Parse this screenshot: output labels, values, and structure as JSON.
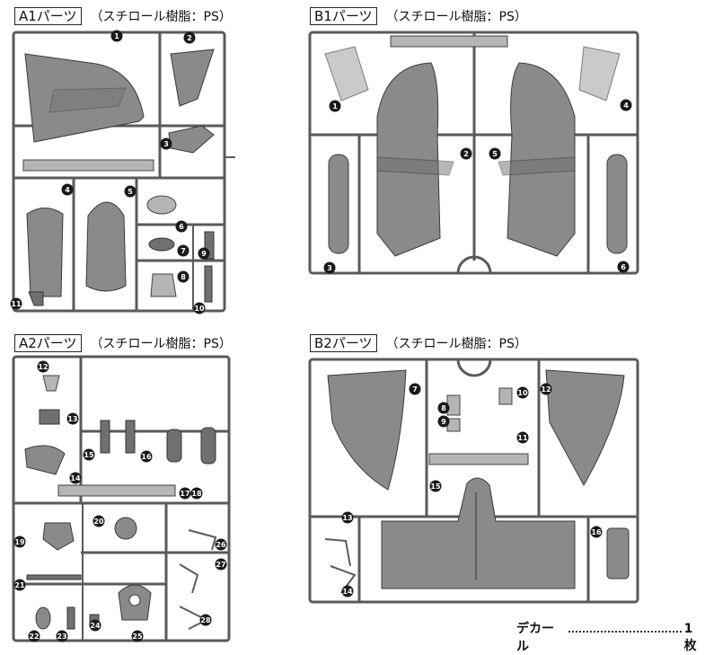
{
  "panels": [
    {
      "id": "A1",
      "label": "A1パーツ",
      "material": "（スチロール樹脂：PS）",
      "callouts": [
        "1",
        "2",
        "3",
        "4",
        "5",
        "6",
        "7",
        "8",
        "9",
        "10",
        "11"
      ]
    },
    {
      "id": "B1",
      "label": "B1パーツ",
      "material": "（スチロール樹脂：PS）",
      "callouts": [
        "1",
        "2",
        "3",
        "4",
        "5",
        "6"
      ]
    },
    {
      "id": "A2",
      "label": "A2パーツ",
      "material": "（スチロール樹脂：PS）",
      "callouts": [
        "12",
        "13",
        "14",
        "15",
        "16",
        "17",
        "18",
        "19",
        "20",
        "21",
        "22",
        "23",
        "24",
        "25",
        "26",
        "27",
        "28"
      ]
    },
    {
      "id": "B2",
      "label": "B2パーツ",
      "material": "（スチロール樹脂：PS）",
      "callouts": [
        "7",
        "8",
        "9",
        "10",
        "11",
        "12",
        "13",
        "14",
        "15",
        "16"
      ]
    }
  ],
  "decal": {
    "label": "デカール",
    "count": "1枚"
  },
  "colors": {
    "runner": "#5a5a5a",
    "part": "#8a8a8a",
    "partDark": "#6f6f6f",
    "callout": "#1a1a1a"
  }
}
